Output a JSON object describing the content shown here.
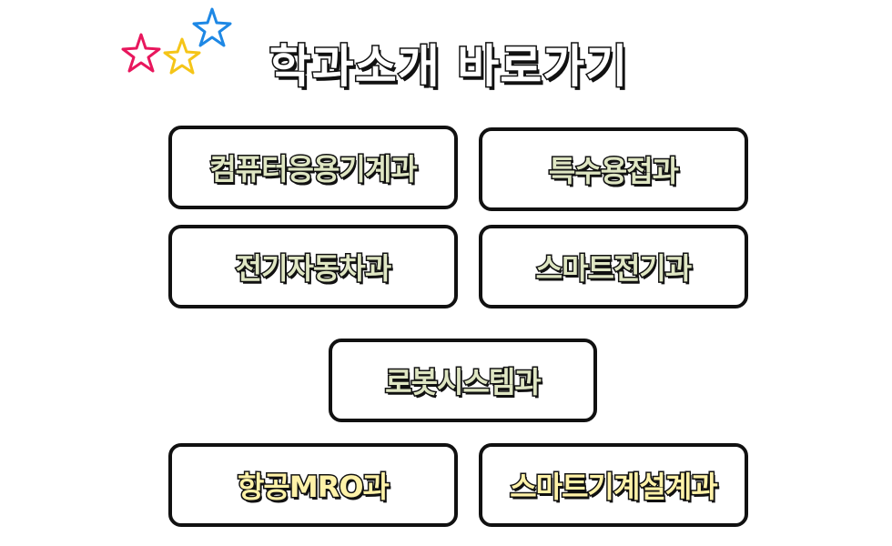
{
  "header": {
    "title": "학과소개 바로가기"
  },
  "decor": {
    "star_colors": [
      "#e8175d",
      "#f5c518",
      "#1e88e5"
    ]
  },
  "departments": [
    {
      "label": "컴퓨터응용기계과"
    },
    {
      "label": "특수용접과"
    },
    {
      "label": "전기자동차과"
    },
    {
      "label": "스마트전기과"
    },
    {
      "label": "로봇시스템과"
    },
    {
      "label": "항공MRO과"
    },
    {
      "label": "스마트기계설계과"
    }
  ],
  "colors": {
    "label_green": "#dfe6c3",
    "label_yellow": "#fff2a8",
    "outline": "#111111"
  }
}
